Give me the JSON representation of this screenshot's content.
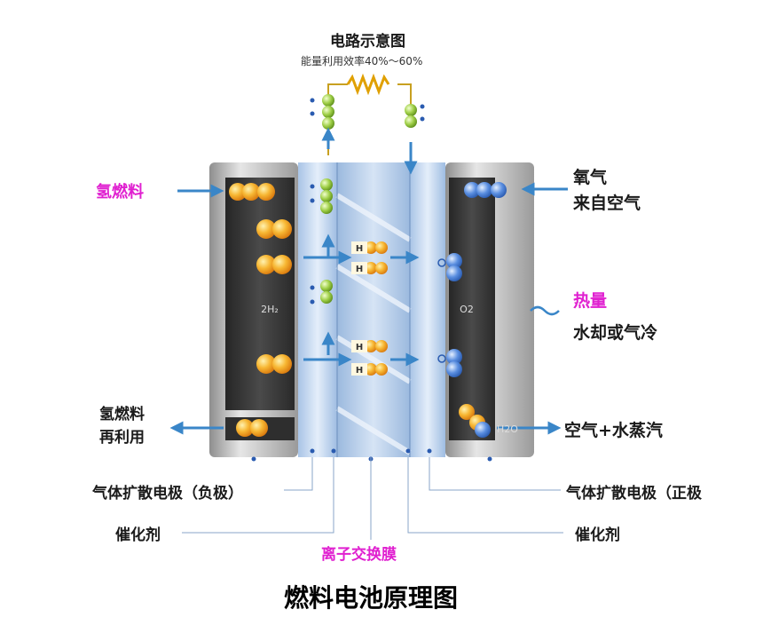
{
  "circuit": {
    "title": "电路示意图",
    "efficiency": "能量利用效率40%～60%"
  },
  "labels": {
    "hydrogen_fuel": "氢燃料",
    "oxygen": "氧气",
    "from_air": "来自空气",
    "heat": "热量",
    "cooling": "水却或气冷",
    "hydrogen_reuse_1": "氢燃料",
    "hydrogen_reuse_2": "再利用",
    "air_water_vapor": "空气+水蒸汽",
    "gde_negative": "气体扩散电极（负极）",
    "gde_positive": "气体扩散电极（正极",
    "catalyst_left": "催化剂",
    "catalyst_right": "催化剂",
    "membrane": "离子交换膜",
    "chamber_left": "2H₂",
    "chamber_right": "O2",
    "water_product": "H2O",
    "ion_label": "H"
  },
  "caption": "燃料电池原理图",
  "colors": {
    "accent_pink": "#e020d0",
    "arrow_blue": "#3a86c8",
    "electrode_gray": "#b8b8b8",
    "chamber_dark": "#3c3c3c",
    "hydrogen_orange": "#f5a623",
    "electron_green": "#8dc63f",
    "oxygen_blue": "#4a7fd4"
  }
}
